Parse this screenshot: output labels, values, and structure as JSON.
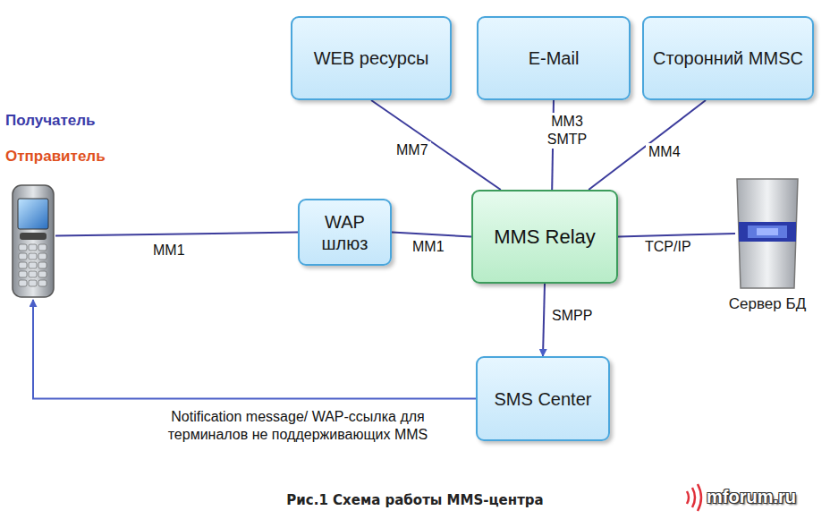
{
  "diagram": {
    "caption": "Рис.1 Схема работы MMS-центра",
    "nodes": [
      {
        "text": [
          "WEB ресурсы"
        ]
      },
      {
        "text": [
          "E-Mail"
        ]
      },
      {
        "text": [
          "Сторонний MMSC"
        ]
      },
      {
        "text": [
          "Получатель",
          "Отправитель"
        ]
      },
      {
        "text": [
          "WAP шлюз"
        ]
      },
      {
        "text": [
          "MMS Relay"
        ]
      },
      {
        "text": [
          "Сервер БД"
        ]
      },
      {
        "text": [
          "SMS Center"
        ]
      }
    ],
    "edges": [
      {
        "from": 0,
        "to": 5,
        "label": "MM7",
        "arrow": "none"
      },
      {
        "from": 1,
        "to": 5,
        "label": "MM3 SMTP",
        "arrow": "none"
      },
      {
        "from": 2,
        "to": 5,
        "label": "MM4",
        "arrow": "none"
      },
      {
        "from": 3,
        "to": 4,
        "label": "MM1",
        "arrow": "none"
      },
      {
        "from": 4,
        "to": 5,
        "label": "MM1",
        "arrow": "none"
      },
      {
        "from": 5,
        "to": 6,
        "label": "TCP/IP",
        "arrow": "none"
      },
      {
        "from": 5,
        "to": 7,
        "label": "SMPP",
        "arrow": "to"
      },
      {
        "from": 7,
        "to": 3,
        "label": "Notification message/ WAP-ссылка для терминалов не поддерживающих MMS",
        "arrow": "to"
      }
    ],
    "labels": [
      "mforum.ru"
    ]
  }
}
